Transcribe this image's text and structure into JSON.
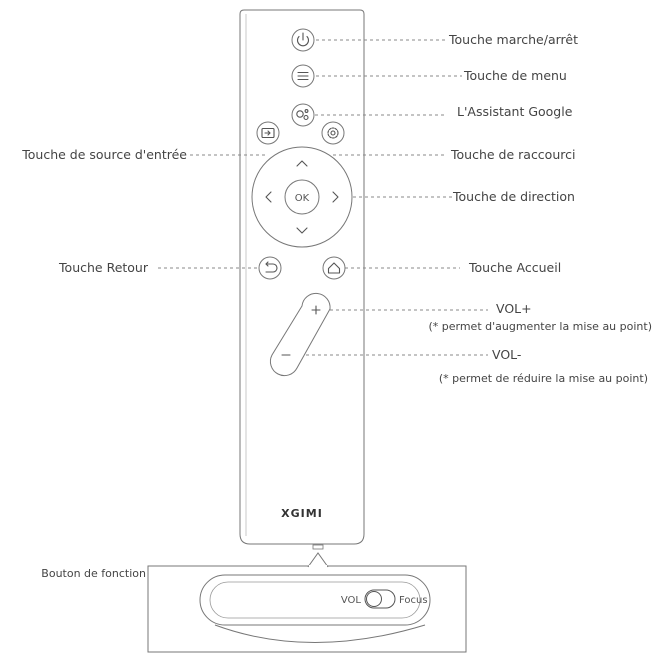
{
  "labels": {
    "power": "Touche marche/arrêt",
    "menu": "Touche de menu",
    "assistant": "L'Assistant Google",
    "input_source": "Touche de source d'entrée",
    "shortcut": "Touche de raccourci",
    "direction": "Touche de direction",
    "back": "Touche Retour",
    "home": "Touche Accueil",
    "vol_up": "VOL+",
    "vol_up_note": "(* permet d'augmenter la mise au point)",
    "vol_down": "VOL-",
    "vol_down_note": "(* permet de réduire la mise au point)",
    "function_button": "Bouton de fonction"
  },
  "remote": {
    "brand": "XGIMI",
    "ok": "OK",
    "switch_left": "VOL",
    "switch_right": "Focus"
  },
  "icons": [
    "power-icon",
    "menu-icon",
    "google-assistant-icon",
    "input-source-icon",
    "shortcut-gear-icon",
    "chevron-up-icon",
    "chevron-down-icon",
    "chevron-left-icon",
    "chevron-right-icon",
    "back-arrow-icon",
    "home-icon",
    "plus-icon",
    "minus-icon"
  ],
  "colors": {
    "line": "#777777",
    "text": "#444444"
  }
}
